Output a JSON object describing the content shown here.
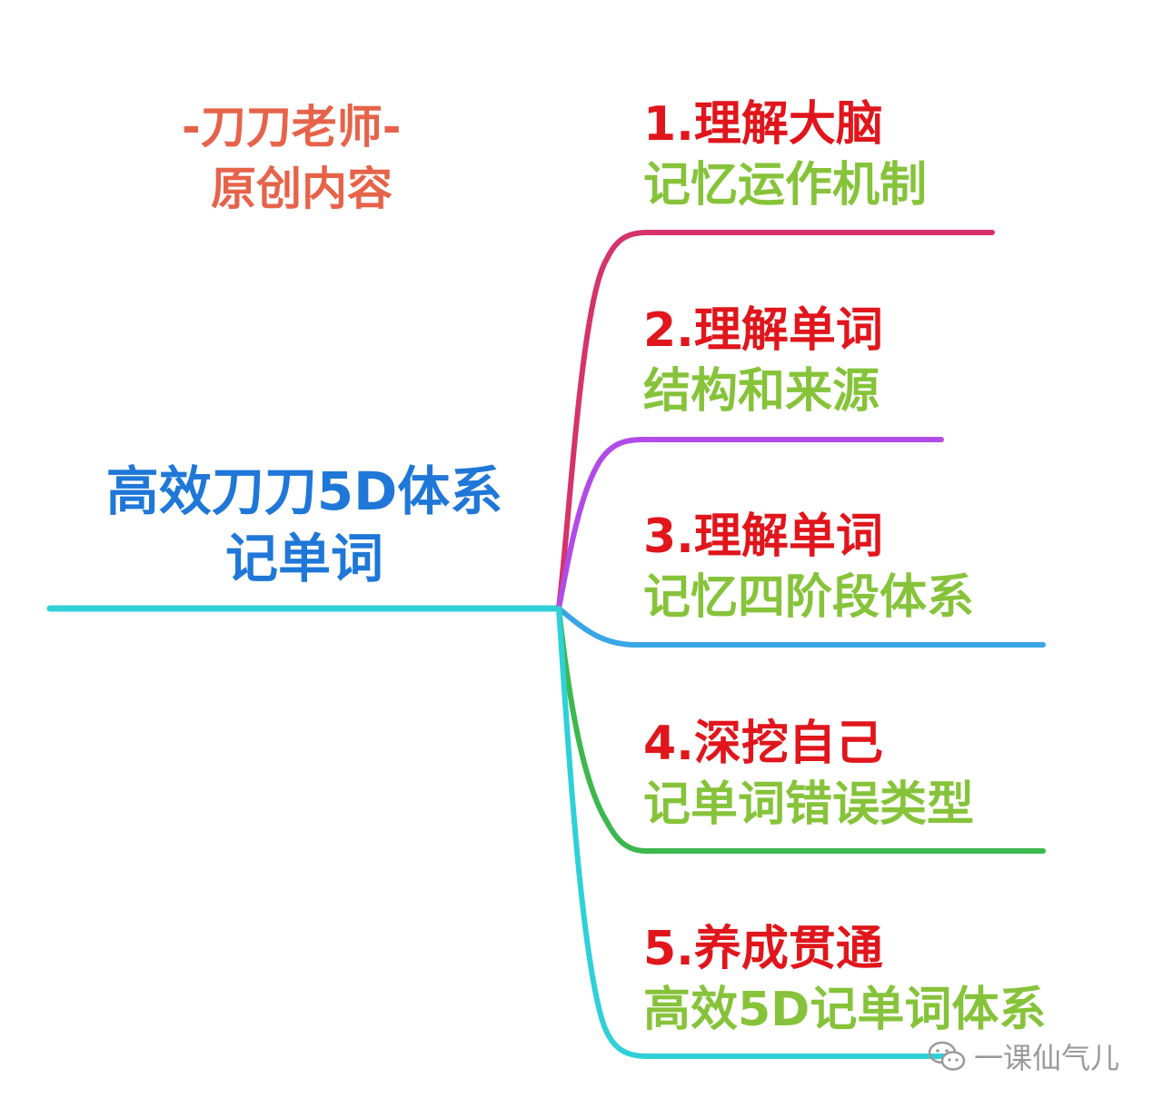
{
  "author": {
    "line1": "-刀刀老师-",
    "line2": "原创内容"
  },
  "center": {
    "line1": "高效刀刀5D体系",
    "line2": "记单词"
  },
  "branches": [
    {
      "title": "1.理解大脑",
      "subtitle": "记忆运作机制",
      "color": "#d5336a"
    },
    {
      "title": "2.理解单词",
      "subtitle": "结构和来源",
      "color": "#b14be8"
    },
    {
      "title": "3.理解单词",
      "subtitle": "记忆四阶段体系",
      "color": "#3aa6e6"
    },
    {
      "title": "4.深挖自己",
      "subtitle": "记单词错误类型",
      "color": "#3cb84e"
    },
    {
      "title": "5.养成贯通",
      "subtitle": "高效5D记单词体系",
      "color": "#2fd0d8"
    }
  ],
  "root_line_color": "#2fd0d8",
  "watermark": {
    "icon": "wechat-icon",
    "text": "一课仙气儿"
  }
}
